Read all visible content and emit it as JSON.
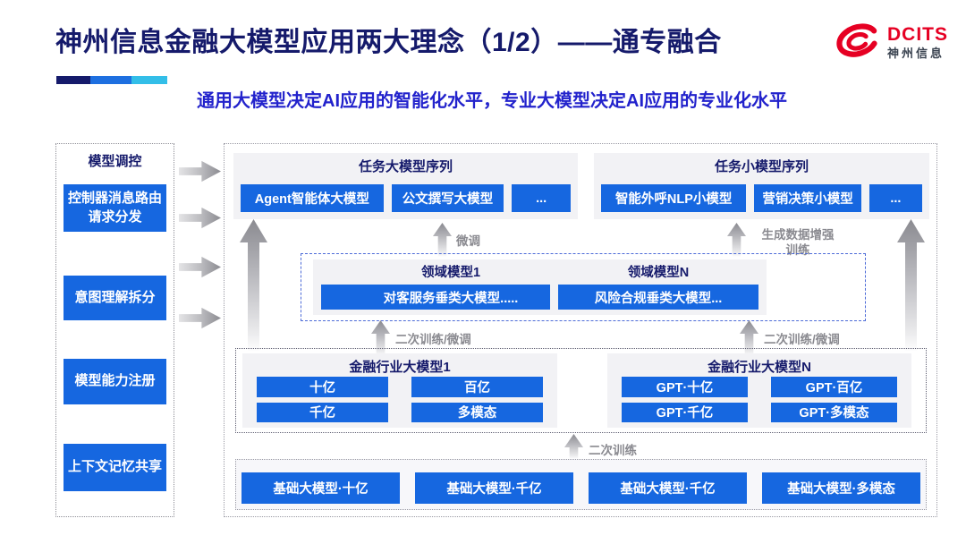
{
  "header": {
    "title": "神州信息金融大模型应用两大理念（1/2）——通专融合",
    "subtitle": "通用大模型决定AI应用的智能化水平，专业大模型决定AI应用的专业化水平",
    "logo": {
      "brand_en": "DCITS",
      "brand_cn": "神州信息",
      "icon": "dcits-swirl-icon"
    }
  },
  "colors": {
    "title_navy": "#151A6B",
    "subtitle_blue": "#2222CC",
    "box_blue": "#1667E0",
    "panel_gray": "#F2F2F5",
    "arrow_gray": "#8a8a90",
    "logo_red": "#E60023",
    "accent_segments": [
      "#151A6B",
      "#1E6FE0",
      "#33BEE8"
    ]
  },
  "sidebar": {
    "title": "模型调控",
    "items": [
      {
        "label": "控制器消息路由请求分发"
      },
      {
        "label": "意图理解拆分"
      },
      {
        "label": "模型能力注册"
      },
      {
        "label": "上下文记忆共享"
      }
    ]
  },
  "diagram": {
    "task_large": {
      "title": "任务大模型序列",
      "items": [
        "Agent智能体大模型",
        "公文撰写大模型",
        "..."
      ]
    },
    "task_small": {
      "title": "任务小模型序列",
      "items": [
        "智能外呼NLP小模型",
        "营销决策小模型",
        "..."
      ]
    },
    "arrow_labels": {
      "finetune": "微调",
      "gen_data_line1": "生成数据增强",
      "gen_data_line2": "训练",
      "retrain_finetune_left": "二次训练/微调",
      "retrain_finetune_right": "二次训练/微调",
      "retrain": "二次训练"
    },
    "domain_models": [
      {
        "title": "领域模型1",
        "item": "对客服务垂类大模型....."
      },
      {
        "title": "领域模型N",
        "item": "风险合规垂类大模型..."
      }
    ],
    "industry_models": [
      {
        "title": "金融行业大模型1",
        "items": [
          "十亿",
          "百亿",
          "千亿",
          "多模态"
        ]
      },
      {
        "title": "金融行业大模型N",
        "items": [
          "GPT·十亿",
          "GPT·百亿",
          "GPT·千亿",
          "GPT·多模态"
        ]
      }
    ],
    "base_models": [
      "基础大模型·十亿",
      "基础大模型·千亿",
      "基础大模型·千亿",
      "基础大模型·多模态"
    ]
  }
}
